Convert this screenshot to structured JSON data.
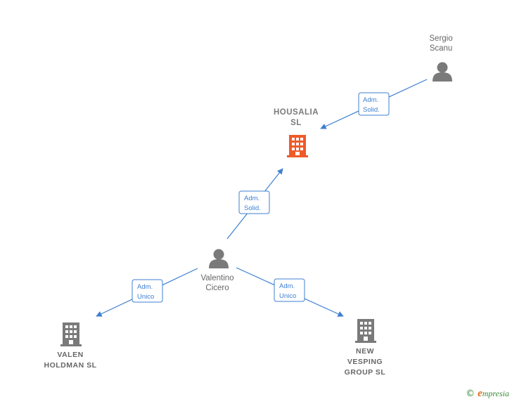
{
  "colors": {
    "edge": "#3d7fd1",
    "main_company": "#f05a28",
    "node": "#7a7a7a"
  },
  "nodes": {
    "housalia": {
      "line1": "HOUSALIA",
      "line2": "SL",
      "icon": "building-icon"
    },
    "sergio": {
      "line1": "Sergio",
      "line2": "Scanu",
      "icon": "person-icon"
    },
    "valentino": {
      "line1": "Valentino",
      "line2": "Cicero",
      "icon": "person-icon"
    },
    "valen": {
      "line1": "VALEN",
      "line2": "HOLDMAN  SL",
      "icon": "building-icon"
    },
    "newvesping": {
      "line1": "NEW",
      "line2": "VESPING",
      "line3": "GROUP  SL",
      "icon": "building-icon"
    }
  },
  "edges": {
    "sergio_housalia": {
      "line1": "Adm.",
      "line2": "Solid."
    },
    "valentino_housalia": {
      "line1": "Adm.",
      "line2": "Solid."
    },
    "valentino_valen": {
      "line1": "Adm.",
      "line2": "Unico"
    },
    "valentino_newvesping": {
      "line1": "Adm.",
      "line2": "Unico"
    }
  },
  "footer": {
    "copyright": "©",
    "brand_initial": "e",
    "brand_rest": "mpresia"
  }
}
